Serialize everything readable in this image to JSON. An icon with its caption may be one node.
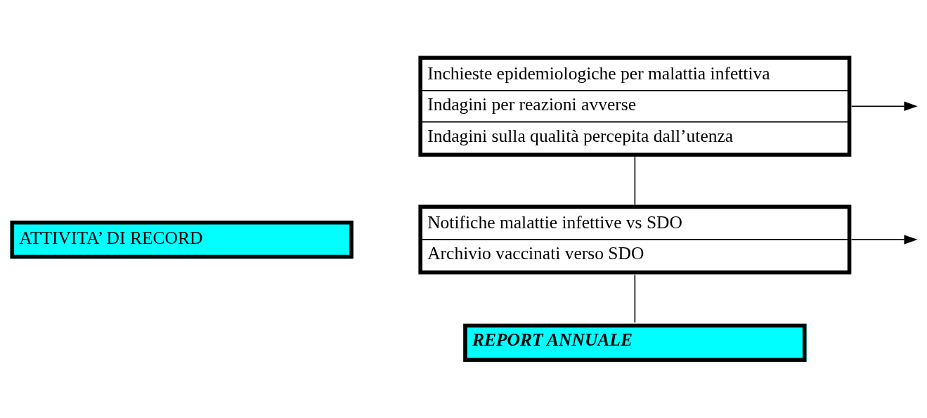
{
  "diagram": {
    "nodes": [
      {
        "text": [
          "ATTIVITA’ DI RECORD"
        ]
      },
      {
        "text": [
          "Inchieste epidemiologiche per malattia infettiva",
          "Indagini per reazioni avverse",
          "Indagini sulla qualità percepita dall’utenza"
        ]
      },
      {
        "text": [
          "Notifiche malattie infettive vs SDO",
          "Archivio vaccinati verso SDO"
        ]
      },
      {
        "text": [
          "REPORT ANNUALE"
        ]
      }
    ],
    "edges": [
      {
        "from": 1,
        "to": null,
        "arrow": "to"
      },
      {
        "from": 1,
        "to": 2,
        "arrow": "none"
      },
      {
        "from": 2,
        "to": null,
        "arrow": "to"
      },
      {
        "from": 2,
        "to": 3,
        "arrow": "none"
      }
    ]
  }
}
